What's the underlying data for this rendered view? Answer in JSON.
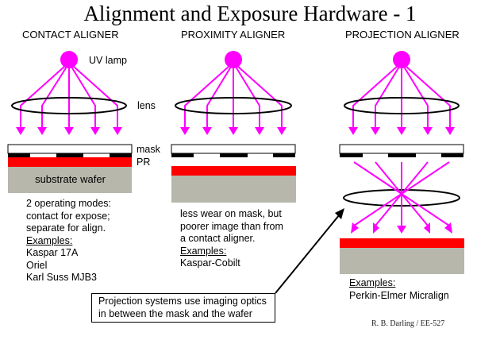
{
  "title": "Alignment and Exposure Hardware - 1",
  "columns": [
    {
      "heading": "CONTACT ALIGNER",
      "labels": {
        "lamp": "UV lamp",
        "lens": "lens",
        "mask": "mask",
        "pr": "PR",
        "substrate": "substrate wafer"
      },
      "notes": [
        "2 operating modes:",
        "contact for expose;",
        "separate for align."
      ],
      "examples_label": "Examples:",
      "examples": [
        "Kaspar 17A",
        "Oriel",
        "Karl Suss MJB3"
      ]
    },
    {
      "heading": "PROXIMITY ALIGNER",
      "notes": [
        "less wear on mask, but",
        "poorer image than from",
        "a contact aligner."
      ],
      "examples_label": "Examples:",
      "examples": [
        "Kaspar-Cobilt"
      ]
    },
    {
      "heading": "PROJECTION ALIGNER",
      "examples_label": "Examples:",
      "examples": [
        "Perkin-Elmer Micralign"
      ]
    }
  ],
  "callout": [
    "Projection systems use imaging optics",
    "in between the mask and the wafer"
  ],
  "credit": "R. B. Darling / EE-527",
  "colors": {
    "beam": "#ff00ff",
    "photoresist": "#ff0000",
    "substrate": "#b7b7ab",
    "mask_chrome": "#000000"
  }
}
